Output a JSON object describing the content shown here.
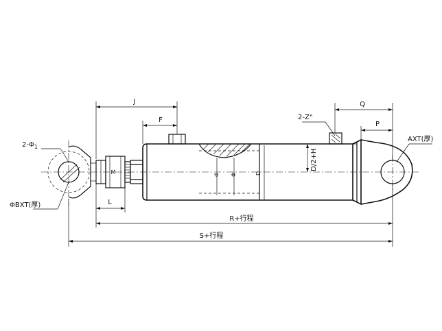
{
  "labels": {
    "dim_j": "J",
    "dim_f": "F",
    "dim_q": "Q",
    "dim_p": "P",
    "dim_l": "L",
    "dim_r": "R+行程",
    "dim_s": "S+行程",
    "pin_holes": "2-Φ",
    "pin_holes_sub": "1",
    "port": "2-Z\"",
    "axt": "AXT(厚)",
    "bxt": "ΦBXT(厚)",
    "d_half_h": "D/2+H",
    "dia_d_small": "d",
    "dia_phi": "Φ",
    "dia_d_big": "D",
    "rod_mark": "M"
  }
}
